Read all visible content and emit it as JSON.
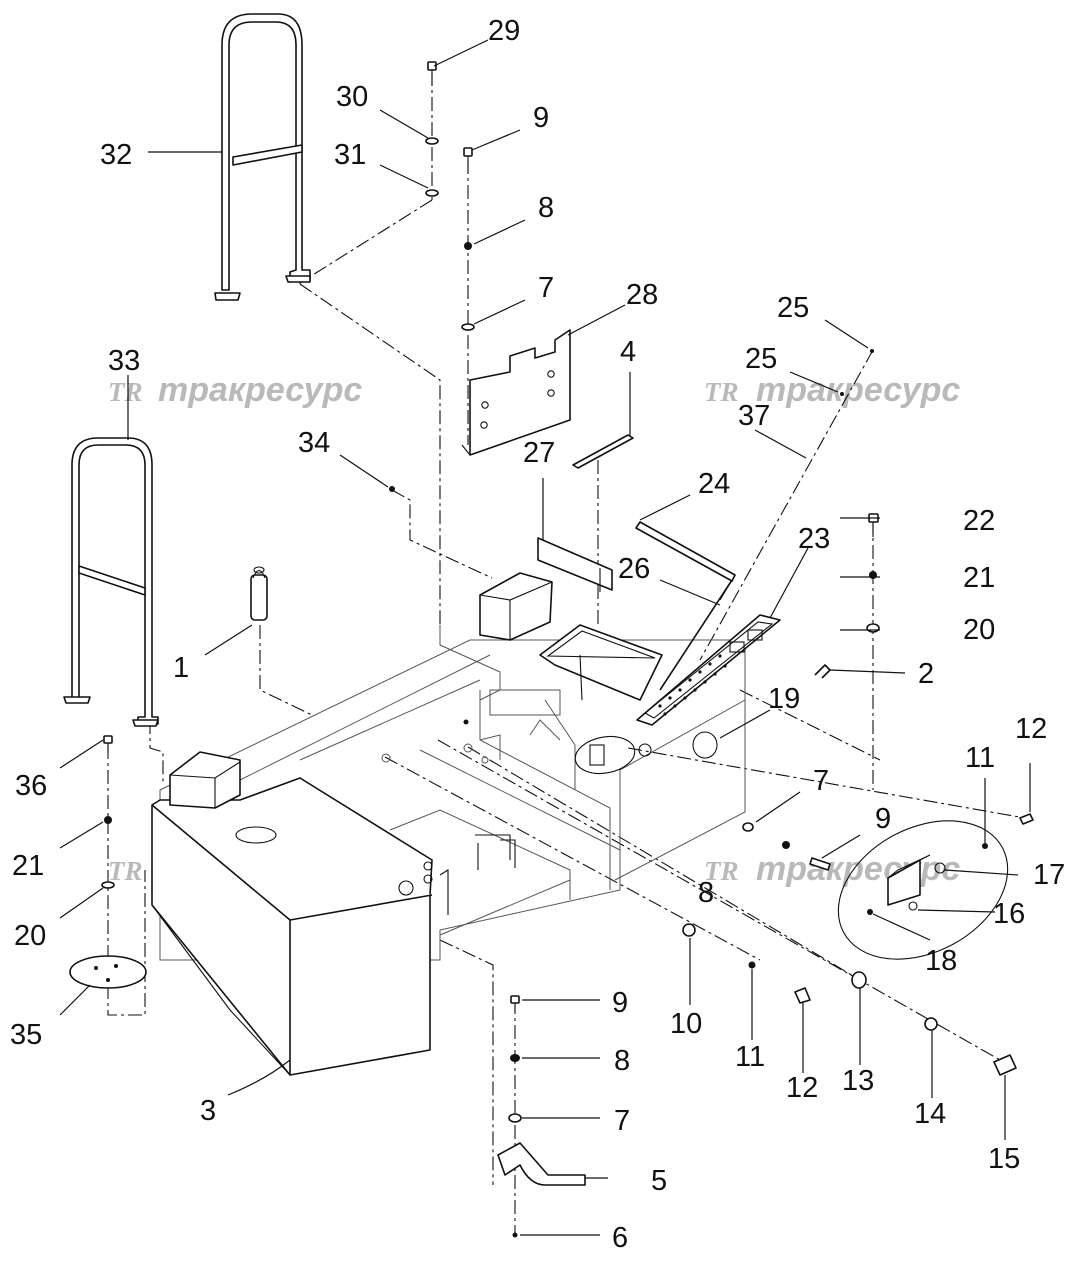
{
  "watermark": {
    "logo": "TR",
    "text": "тракресурс"
  },
  "callouts": {
    "c1": "1",
    "c2": "2",
    "c3": "3",
    "c4": "4",
    "c5": "5",
    "c6": "6",
    "c7a": "7",
    "c7b": "7",
    "c7c": "7",
    "c8a": "8",
    "c8b": "8",
    "c8c": "8",
    "c9a": "9",
    "c9b": "9",
    "c9c": "9",
    "c10": "10",
    "c11a": "11",
    "c11b": "11",
    "c12a": "12",
    "c12b": "12",
    "c13": "13",
    "c14": "14",
    "c15": "15",
    "c16": "16",
    "c17": "17",
    "c18": "18",
    "c19": "19",
    "c20a": "20",
    "c20b": "20",
    "c21a": "21",
    "c21b": "21",
    "c22": "22",
    "c23": "23",
    "c24": "24",
    "c25a": "25",
    "c25b": "25",
    "c26": "26",
    "c27": "27",
    "c28": "28",
    "c29": "29",
    "c30": "30",
    "c31": "31",
    "c32": "32",
    "c33": "33",
    "c34": "34",
    "c35": "35",
    "c36": "36",
    "c37": "37"
  }
}
